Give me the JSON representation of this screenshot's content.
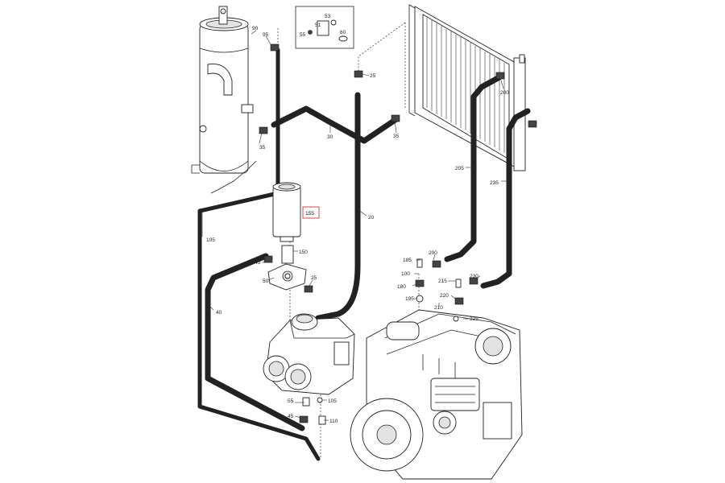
{
  "callouts": {
    "c90": "90",
    "c95": "95",
    "c35a": "35",
    "c30": "30",
    "c35b": "35",
    "c25a": "25",
    "c105": "105",
    "c40": "40",
    "c20": "20",
    "c155": "155",
    "c150": "150",
    "c45a": "45",
    "c50": "50",
    "c25b": "25",
    "c55": "55",
    "c45b": "45",
    "c105b": "105",
    "c110": "110",
    "c205": "205",
    "c200": "200",
    "c235": "235",
    "c185": "185",
    "c200b": "200",
    "c100": "100",
    "c180": "180",
    "c215": "215",
    "c220": "220",
    "c230": "230",
    "c195": "195",
    "c210": "210",
    "c225": "225",
    "c51": "51",
    "c53": "53",
    "c55b": "55",
    "c60": "60"
  },
  "highlight_color": "#e0303a"
}
